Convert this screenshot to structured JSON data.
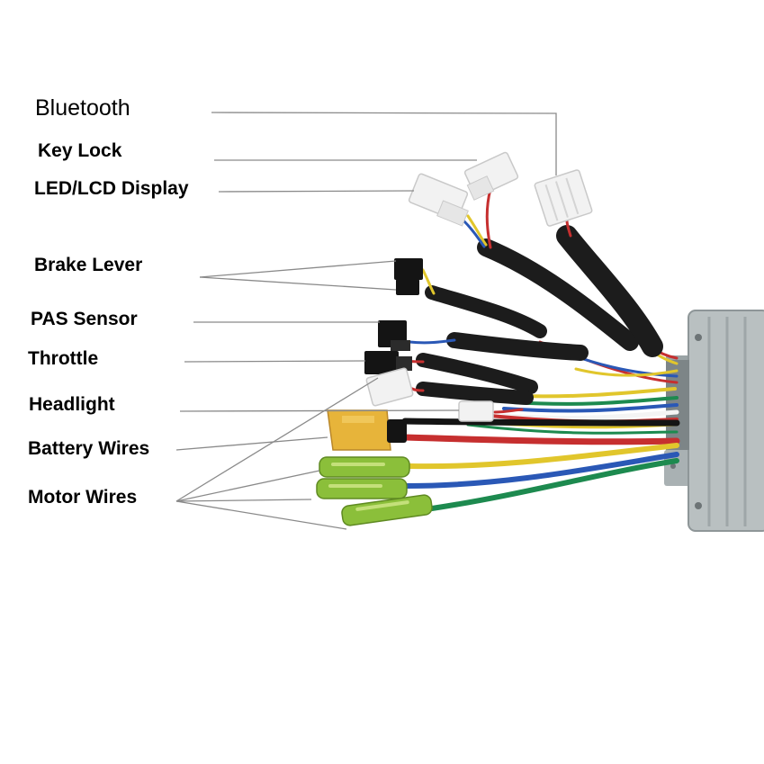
{
  "labels": {
    "bluetooth": "Bluetooth",
    "key_lock": "Key Lock",
    "display": "LED/LCD Display",
    "brake_lever": "Brake Lever",
    "pas_sensor": "PAS Sensor",
    "throttle": "Throttle",
    "headlight": "Headlight",
    "battery_wires": "Battery Wires",
    "motor_wires": "Motor Wires"
  },
  "colors": {
    "leader_line": "#8a8a8a",
    "controller_body": "#b9c0c1",
    "sleeve": "#1c1c1c",
    "connector_white": "#f2f2f2",
    "connector_black": "#141414",
    "connector_yellow": "#e7b43a",
    "bullet_green": "#8bbf3a",
    "wire_yellow": "#e1c62c",
    "wire_blue": "#2a58b6",
    "wire_green": "#1d8a4f",
    "wire_red": "#c62f2f"
  }
}
